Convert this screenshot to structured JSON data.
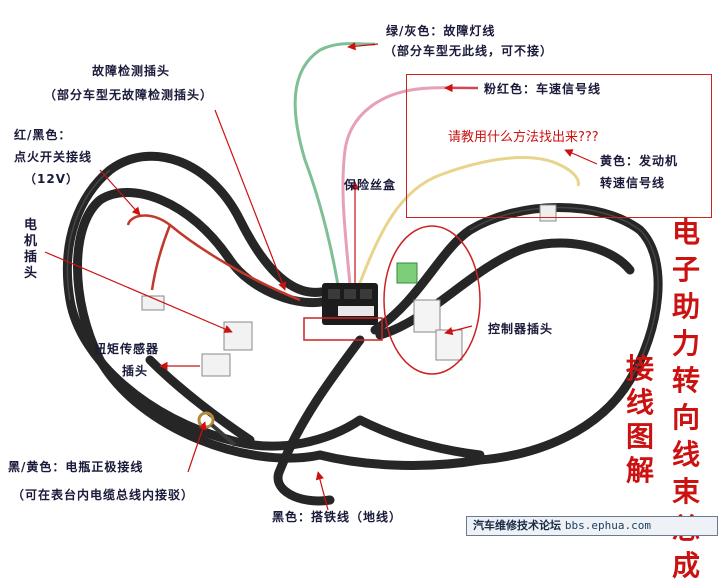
{
  "labels": {
    "fault_lamp_1": "绿/灰色：故障灯线",
    "fault_lamp_2": "（部分车型无此线，可不接）",
    "diag_1": "故障检测插头",
    "diag_2": "（部分车型无故障检测插头）",
    "ignition_1": "红/黑色：",
    "ignition_2": "点火开关接线",
    "ignition_3": "（12V）",
    "speed_signal": "粉红色：车速信号线",
    "question": "请教用什么方法找出来???",
    "engine_speed_1": "黄色：发动机",
    "engine_speed_2": "转速信号线",
    "fuse_box": "保险丝盒",
    "motor_plug": "电机插头",
    "torque_1": "扭矩传感器",
    "torque_2": "插头",
    "controller_plug": "控制器插头",
    "battery_1": "黑/黄色：电瓶正极接线",
    "battery_2": "（可在表台内电缆总线内接驳）",
    "ground": "黑色：搭铁线（地线）",
    "title_right": "电子助力转向线束总成",
    "title_left": "接线图解"
  },
  "watermark": {
    "forum": "汽车维修技术论坛",
    "url": "bbs.ephua.com"
  },
  "colors": {
    "label_text": "#1a1a3a",
    "accent_red": "#cc1111",
    "cable_black": "#2a2a2a",
    "wire_green": "#7fbf95",
    "wire_pink": "#e6a0b8",
    "wire_yellow": "#e8d48c",
    "wire_red": "#c0392b"
  }
}
